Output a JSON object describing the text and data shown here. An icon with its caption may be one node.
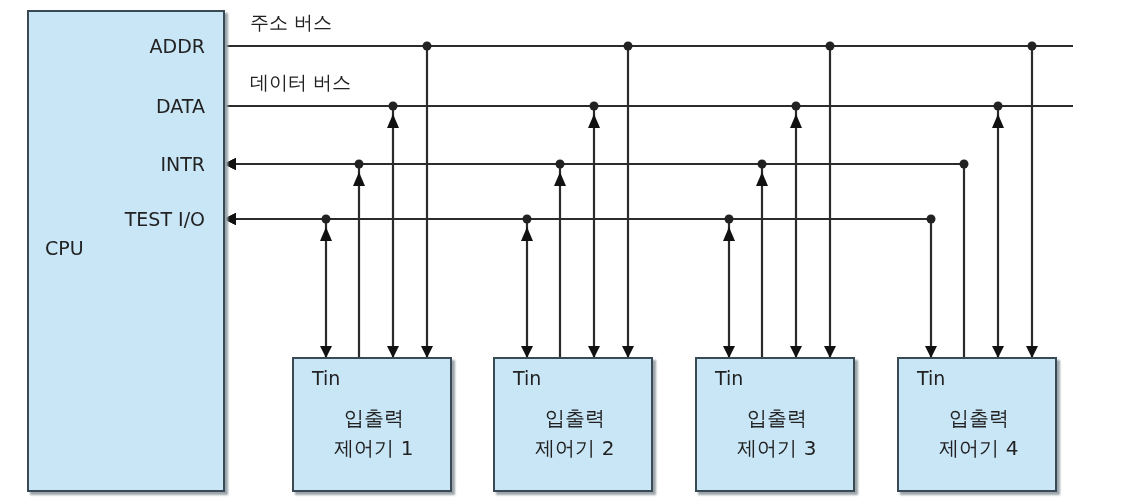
{
  "diagram": {
    "nodes": [
      {
        "text": [
          "ADDR",
          "DATA",
          "INTR",
          "TEST I/O",
          "CPU"
        ]
      },
      {
        "text": [
          "Tin",
          "입출력 제어기 1"
        ]
      },
      {
        "text": [
          "Tin",
          "입출력 제어기 2"
        ]
      },
      {
        "text": [
          "Tin",
          "입출력 제어기 3"
        ]
      },
      {
        "text": [
          "Tin",
          "입출력 제어기 4"
        ]
      }
    ],
    "edges": [
      {
        "from": 0,
        "to": 1,
        "arrow": "to"
      },
      {
        "from": 0,
        "to": 2,
        "arrow": "to"
      },
      {
        "from": 0,
        "to": 3,
        "arrow": "to"
      },
      {
        "from": 0,
        "to": 4,
        "arrow": "to"
      },
      {
        "from": 0,
        "to": 1,
        "arrow": "to"
      },
      {
        "from": 0,
        "to": 2,
        "arrow": "to"
      },
      {
        "from": 0,
        "to": 3,
        "arrow": "to"
      },
      {
        "from": 0,
        "to": 4,
        "arrow": "to"
      },
      {
        "from": 1,
        "to": 0,
        "arrow": "to"
      },
      {
        "from": 2,
        "to": 0,
        "arrow": "to"
      },
      {
        "from": 3,
        "to": 0,
        "arrow": "to"
      },
      {
        "from": 4,
        "to": 0,
        "arrow": "to"
      },
      {
        "from": 0,
        "to": 1,
        "arrow": "both"
      },
      {
        "from": 0,
        "to": 2,
        "arrow": "both"
      },
      {
        "from": 0,
        "to": 3,
        "arrow": "both"
      },
      {
        "from": 0,
        "to": 4,
        "arrow": "both"
      }
    ],
    "labels": [
      "주소 버스",
      "데이터 버스"
    ]
  }
}
